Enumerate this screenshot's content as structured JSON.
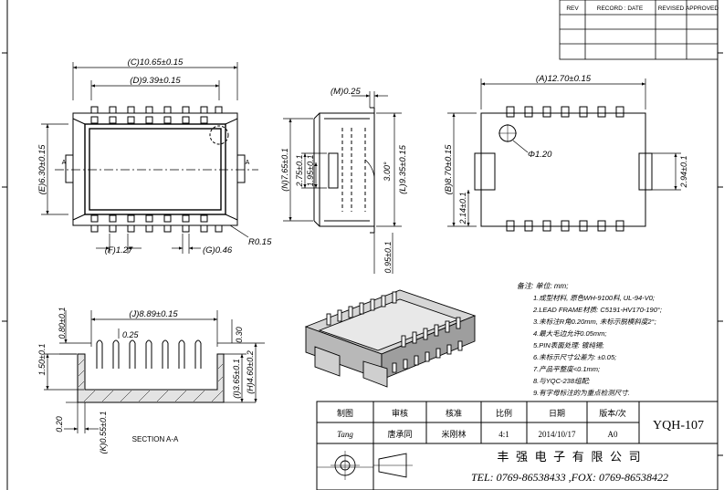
{
  "revision_table": {
    "headers": [
      "REV",
      "RECORD : DATE",
      "REVISED",
      "APPROVED"
    ]
  },
  "front_view": {
    "dim_c": "(C)10.65±0.15",
    "dim_d": "(D)9.39±0.15",
    "dim_e": "(E)6.30±0.15",
    "dim_f": "(F)1.27",
    "dim_g": "(G)0.46",
    "radius": "R0.15",
    "section_mark_left": "A",
    "section_mark_right": "A"
  },
  "side_view": {
    "dim_m": "(M)0.25",
    "dim_n": "(N)7.65±0.1",
    "dim_275": "2.75±0.1",
    "dim_195": "1.95±0.1",
    "angle": "3.00°",
    "dim_l": "(L)9.35±0.15",
    "dim_095": "0.95±0.1"
  },
  "bottom_view": {
    "dim_a": "(A)12.70±0.15",
    "dim_b": "(B)8.70±0.15",
    "hole": "Φ1.20",
    "dim_214": "2.14±0.1",
    "dim_294": "2.94±0.1"
  },
  "section_view": {
    "title": "SECTION A-A",
    "dim_j": "(J)8.89±0.15",
    "dim_080": "0.80±0.1",
    "dim_025": "0.25",
    "dim_030": "0.30",
    "dim_150": "1.50±0.1",
    "dim_i": "(I)3.65±0.1",
    "dim_h": "(H)4.60±0.2",
    "dim_020": "0.20",
    "dim_k": "(K)0.55±0.1"
  },
  "notes": [
    "备注: 单位: mm;",
    "1.成型材料, 原色WH-9100料, UL-94-V0;",
    "2.LEAD FRAME材质: C5191-HV170-190°;",
    "3.未标注R角0.20mm, 未标示脱模斜度2°;",
    "4.最大毛边允许0.05mm;",
    "5.PIN表面处理: 镀纯锡;",
    "6.未标示尺寸公差为: ±0.05;",
    "7.产品平整度<0.1mm;",
    "8.与YQC-238组配;",
    "9.有字母标注的为重点检测尺寸."
  ],
  "title_block": {
    "headers": [
      "制图",
      "审核",
      "核准",
      "比例",
      "日期",
      "版本/次"
    ],
    "values": [
      "Tang",
      "唐承同",
      "米刚林",
      "4:1",
      "2014/10/17",
      "A0"
    ],
    "part_number": "YQH-107",
    "company": "丰 强 电 子 有 限 公 司",
    "contact": "TEL: 0769-86538433 ,FOX: 0769-86538422"
  }
}
